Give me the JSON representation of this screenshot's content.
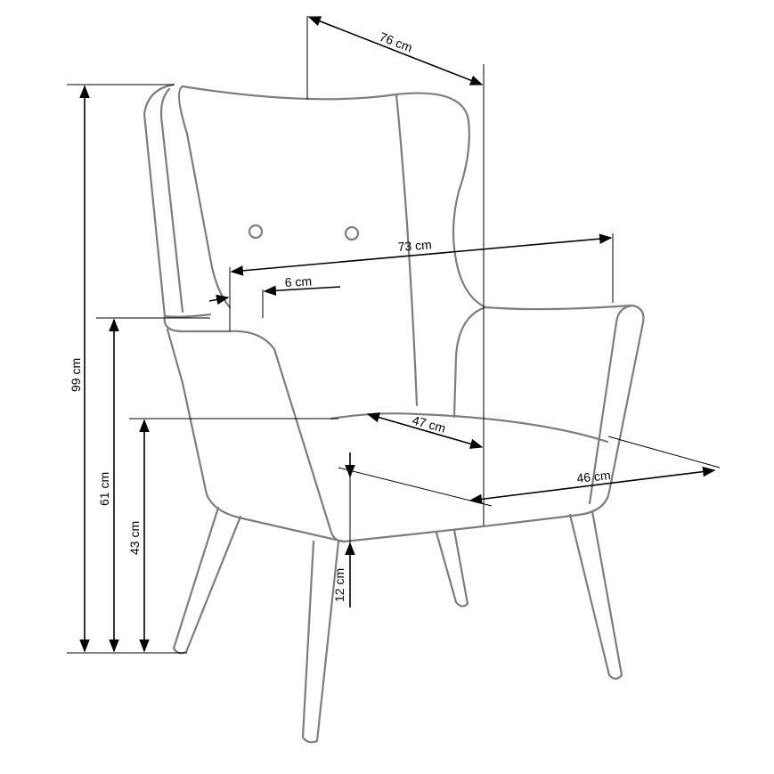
{
  "dimensions": {
    "overall_width": "76 cm",
    "arm_width": "73 cm",
    "arm_thickness": "6 cm",
    "seat_depth": "47 cm",
    "seat_width": "46 cm",
    "total_height": "99 cm",
    "arm_height": "61 cm",
    "seat_height": "43 cm",
    "seat_cushion": "12 cm"
  },
  "colors": {
    "outline": "#7d7d7d",
    "dimension": "#000000"
  }
}
